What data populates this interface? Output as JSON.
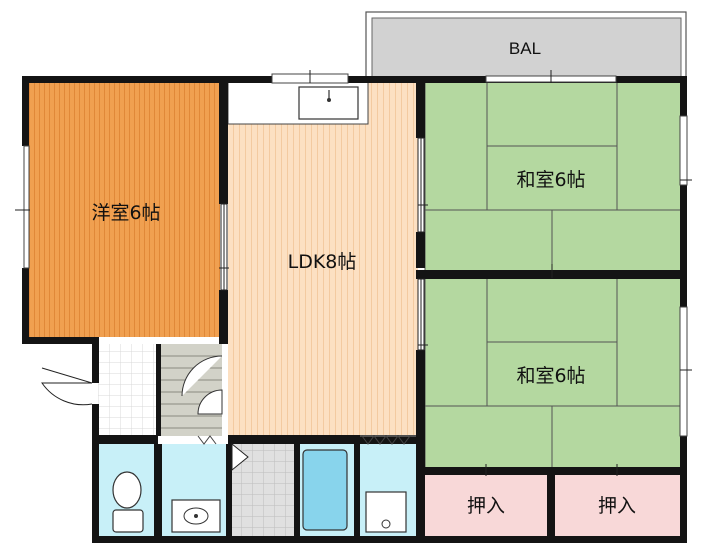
{
  "floorplan": {
    "rooms": {
      "balcony": {
        "label": "BAL"
      },
      "western_room": {
        "label": "洋室6帖",
        "color": "#f0a050"
      },
      "ldk": {
        "label": "LDK8帖",
        "color": "#fce0c2"
      },
      "japanese_room_1": {
        "label": "和室6帖",
        "color": "#b4d8a0"
      },
      "japanese_room_2": {
        "label": "和室6帖",
        "color": "#b4d8a0"
      },
      "closet_1": {
        "label": "押入",
        "color": "#f8d8d8"
      },
      "closet_2": {
        "label": "押入",
        "color": "#f8d8d8"
      }
    },
    "colors": {
      "wall": "#141414",
      "balcony": "#d2d2d2",
      "wet_area": "#c8f0f8",
      "bath_tub": "#88d4ec"
    }
  }
}
